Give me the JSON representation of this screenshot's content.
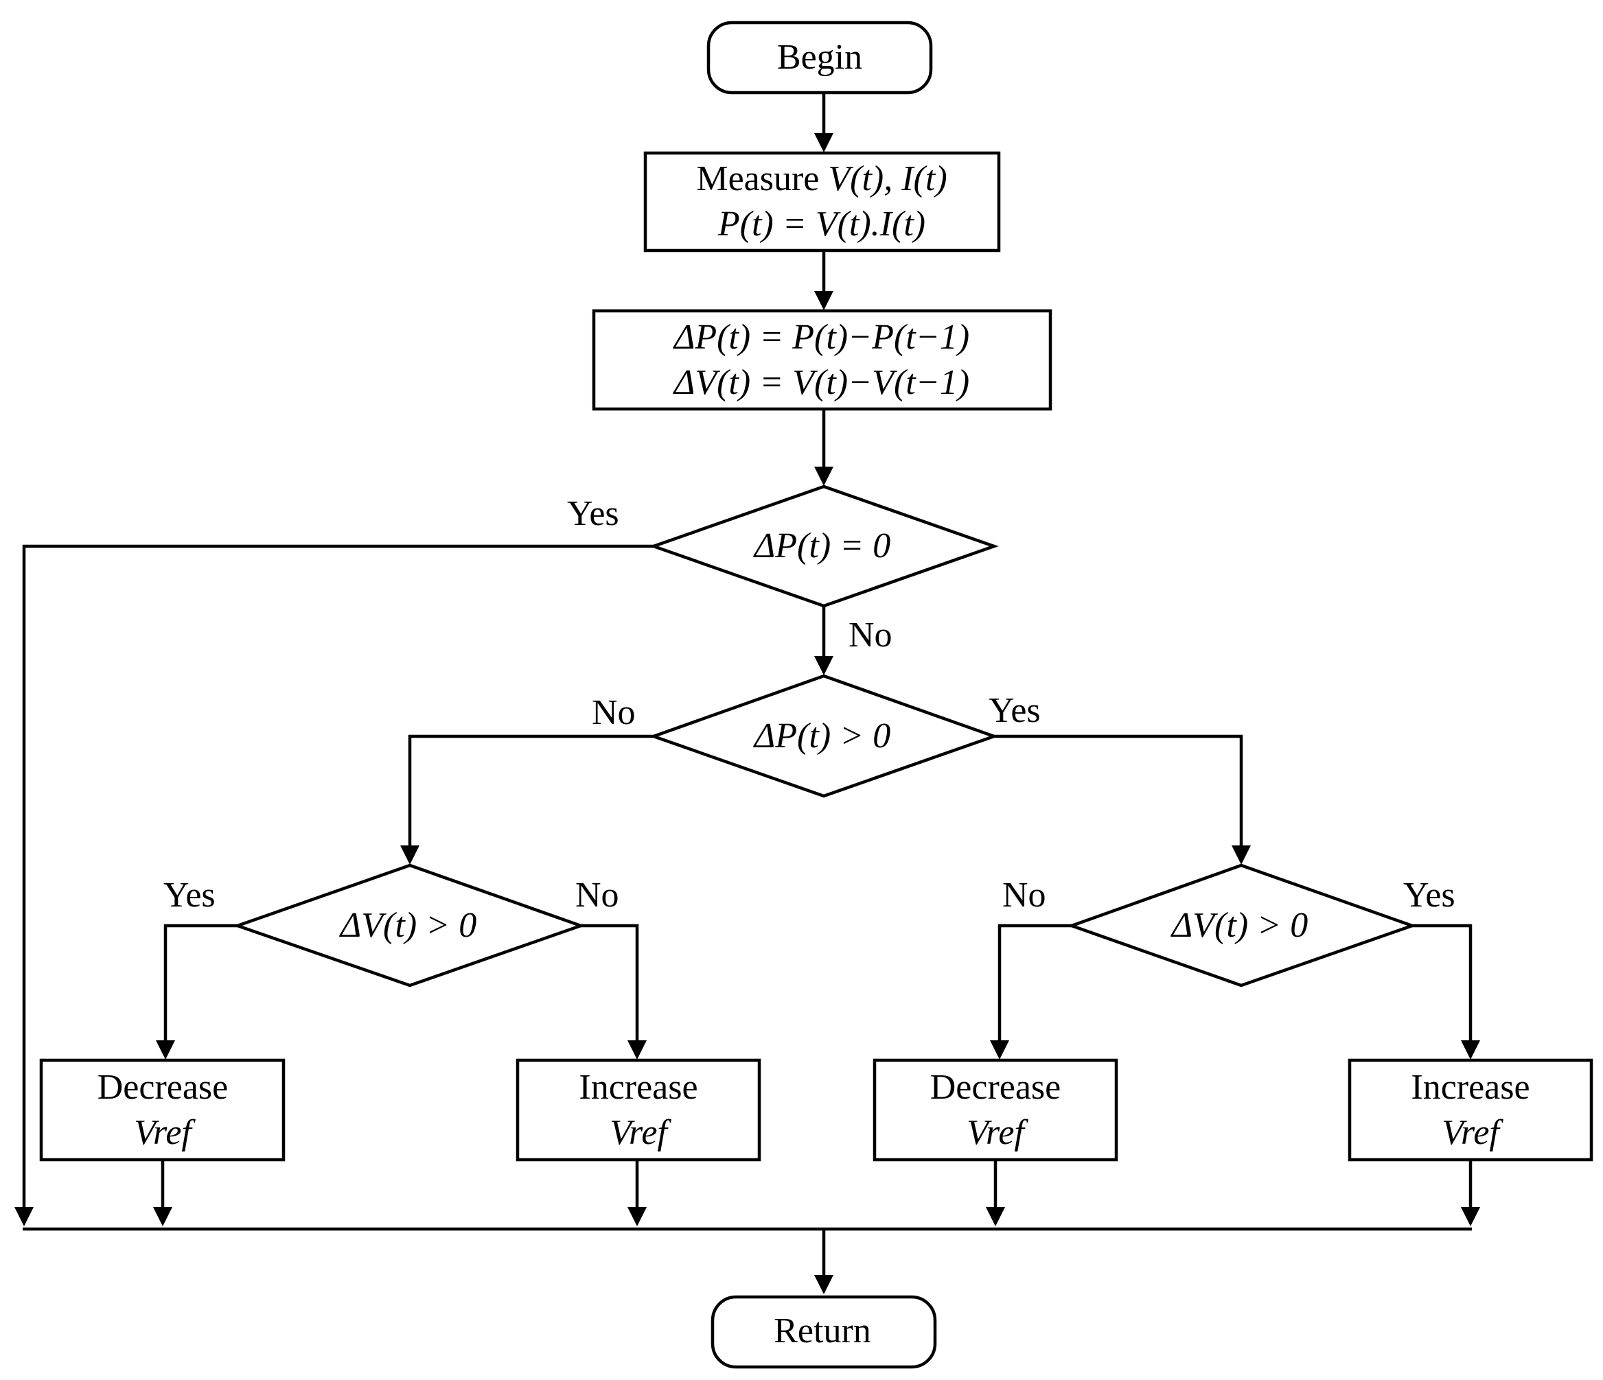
{
  "diagram": {
    "begin": "Begin",
    "measure": {
      "line1_prefix": "Measure ",
      "line1_vars": "V(t), I(t)",
      "line2": "P(t) = V(t).I(t)"
    },
    "delta": {
      "line1": "ΔP(t) = P(t)−P(t−1)",
      "line2": "ΔV(t) = V(t)−V(t−1)"
    },
    "cond_dp_zero": "ΔP(t) = 0",
    "cond_dp_pos": "ΔP(t) > 0",
    "cond_dv_left": "ΔV(t) > 0",
    "cond_dv_right": "ΔV(t) > 0",
    "boxes": {
      "dec_left": {
        "word": "Decrease",
        "var": "Vref"
      },
      "inc_left": {
        "word": "Increase",
        "var": "Vref"
      },
      "dec_right": {
        "word": "Decrease",
        "var": "Vref"
      },
      "inc_right": {
        "word": "Increase",
        "var": "Vref"
      }
    },
    "return": "Return",
    "labels": {
      "dp_zero_yes": "Yes",
      "dp_zero_no": "No",
      "dp_pos_no": "No",
      "dp_pos_yes": "Yes",
      "dv_left_yes": "Yes",
      "dv_left_no": "No",
      "dv_right_no": "No",
      "dv_right_yes": "Yes"
    }
  }
}
